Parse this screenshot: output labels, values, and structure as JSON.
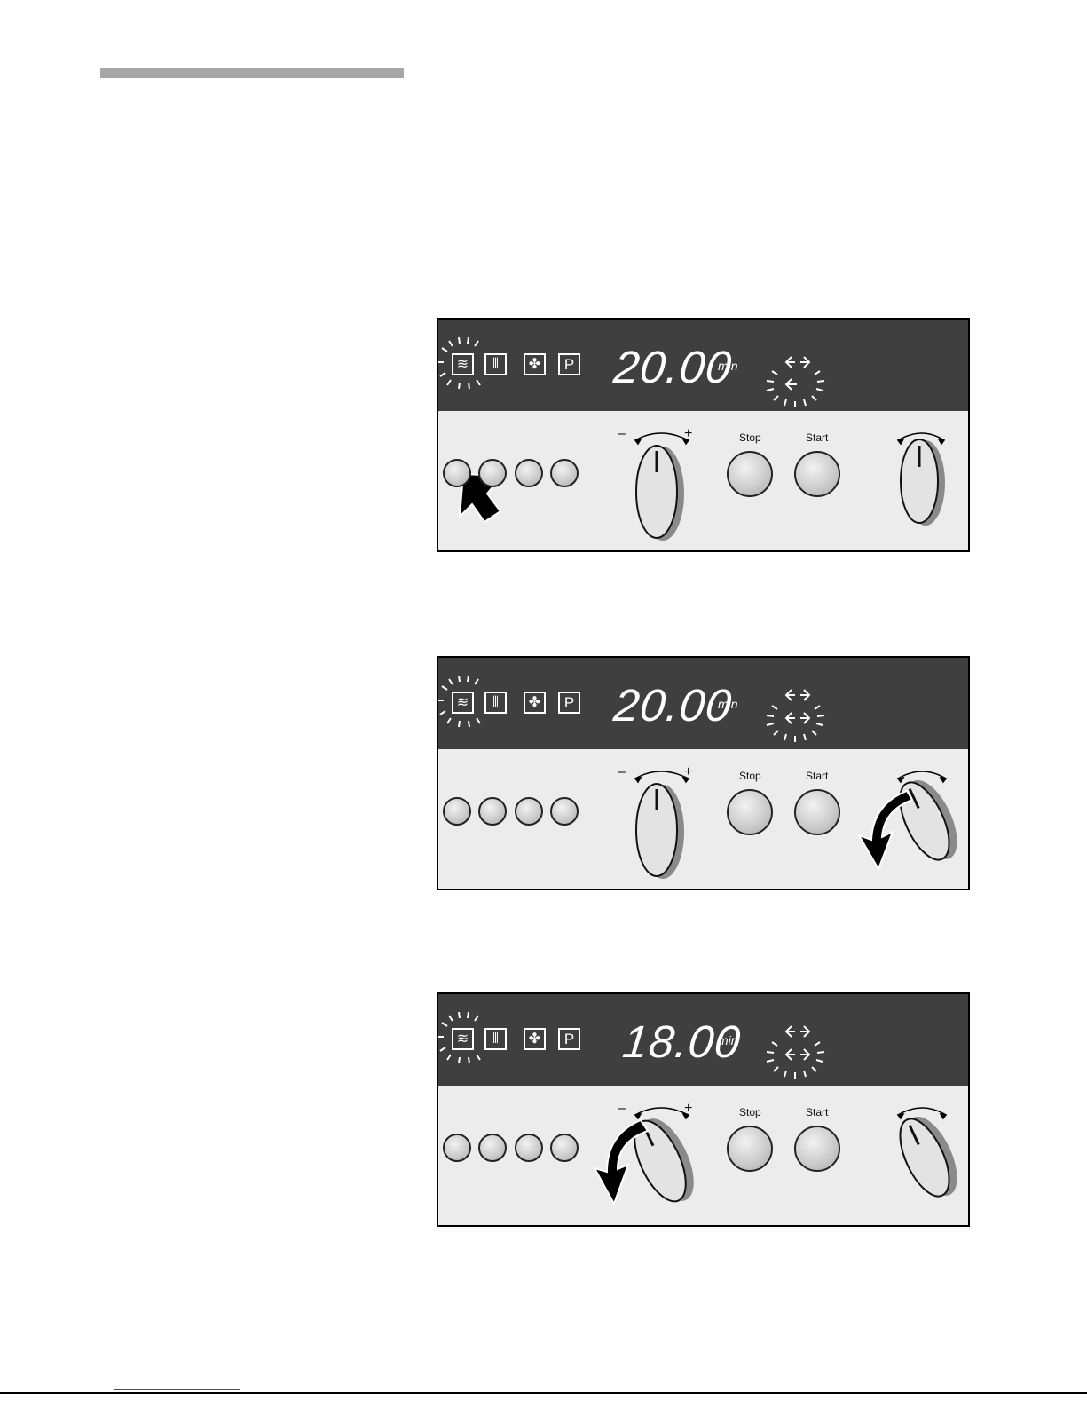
{
  "panels": [
    {
      "display": "20.00",
      "unit": "min",
      "stop_label": "Stop",
      "start_label": "Start",
      "minus": "–",
      "plus": "+",
      "p_label": "P"
    },
    {
      "display": "20.00",
      "unit": "min",
      "stop_label": "Stop",
      "start_label": "Start",
      "minus": "–",
      "plus": "+",
      "p_label": "P"
    },
    {
      "display": "18.00",
      "unit": "min",
      "stop_label": "Stop",
      "start_label": "Start",
      "minus": "–",
      "plus": "+",
      "p_label": "P"
    }
  ]
}
